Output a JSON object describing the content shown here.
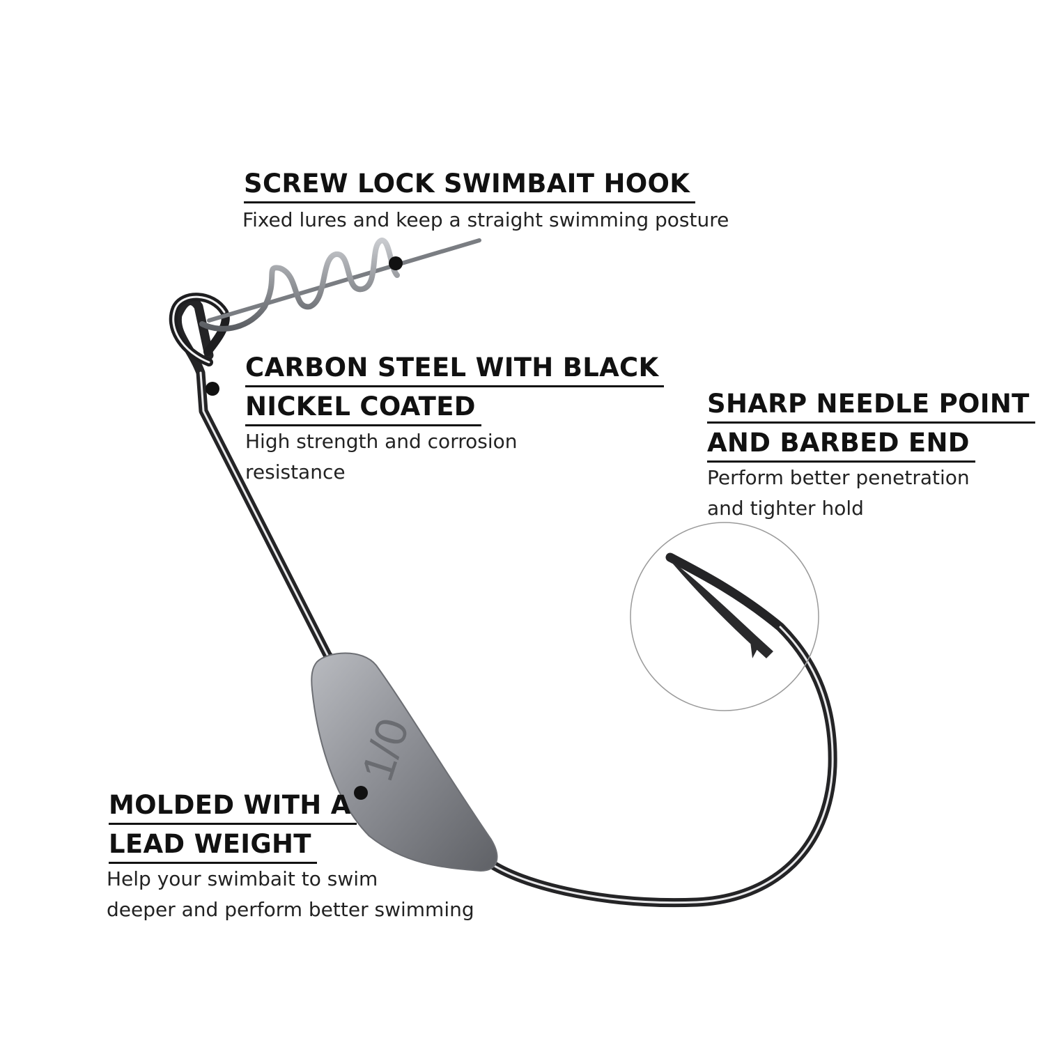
{
  "colors": {
    "background": "#ffffff",
    "text": "#111111",
    "hook_steel": "#2a2a2c",
    "hook_highlight": "#e8e8ea",
    "lead_weight": "#8e9096",
    "spring_wire": "#6b6e73"
  },
  "callouts": {
    "screw_lock": {
      "heading_lines": [
        "SCREW LOCK SWIMBAIT HOOK"
      ],
      "desc_lines": [
        "Fixed lures and keep a straight swimming posture"
      ]
    },
    "carbon_steel": {
      "heading_lines": [
        "CARBON STEEL WITH BLACK",
        "NICKEL COATED"
      ],
      "desc_lines": [
        "High strength and corrosion",
        "resistance"
      ]
    },
    "needle_point": {
      "heading_lines": [
        "SHARP NEEDLE POINT",
        "AND BARBED END"
      ],
      "desc_lines": [
        "Perform better penetration",
        "and tighter hold"
      ]
    },
    "lead_weight": {
      "heading_lines": [
        "MOLDED WITH A",
        "LEAD WEIGHT"
      ],
      "desc_lines": [
        "Help your swimbait to swim",
        "deeper and perform better swimming"
      ]
    }
  },
  "weight_marking": "1/0",
  "icons": {
    "hook": "swimbait-hook-icon",
    "spring": "screw-lock-spring-icon",
    "lead": "lead-weight-icon",
    "zoom": "magnifier-circle-icon"
  }
}
